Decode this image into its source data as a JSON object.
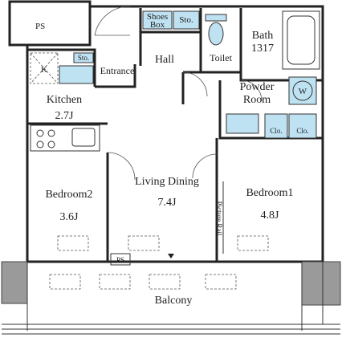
{
  "rooms": {
    "ps_top": "PS",
    "shoes_box_line1": "Shoes",
    "shoes_box_line2": "Box",
    "sto_top": "Sto.",
    "bath_line1": "Bath",
    "bath_line2": "1317",
    "hall": "Hall",
    "toilet": "Toilet",
    "k_mark": "K",
    "sto_kitchen": "Sto.",
    "entrance": "Entrance",
    "powder_line1": "Powder",
    "powder_line2": "Room",
    "w_mark": "W",
    "kitchen_name": "Kitchen",
    "kitchen_size": "2.7J",
    "clo_1": "Clo.",
    "clo_2": "Clo.",
    "living_name": "Living Dining",
    "living_size": "7.4J",
    "bedroom2_name": "Bedroom2",
    "bedroom2_size": "3.6J",
    "bedroom1_name": "Bedroom1",
    "bedroom1_size": "4.8J",
    "picture_rail": "Picture Rail",
    "ps_bottom": "PS",
    "balcony": "Balcony"
  },
  "colors": {
    "fixture_fill": "#bfe2f2",
    "column_fill": "#9a9a9a",
    "wall": "#222222"
  }
}
